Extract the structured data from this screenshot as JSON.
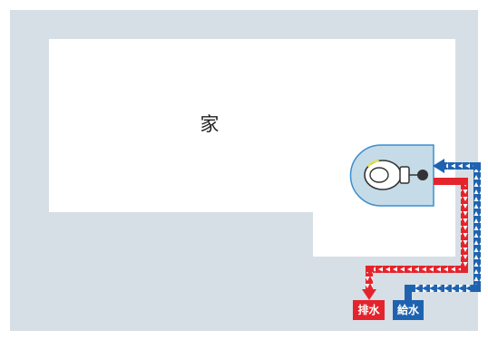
{
  "diagram": {
    "house_label": "家",
    "drain_label": "排水",
    "supply_label": "給水",
    "icons": [
      "toilet-icon",
      "drain-arrow-icon",
      "supply-arrow-icon"
    ],
    "colors": {
      "ground": "#d6dfe5",
      "house": "#ffffff",
      "fixture": "#c5dbe8",
      "fixture_border": "#3a8fd0",
      "drain_pipe": "#e4242c",
      "supply_pipe": "#1f63b0",
      "drain_tag": "#e4242c",
      "supply_tag": "#1f63b0"
    }
  }
}
